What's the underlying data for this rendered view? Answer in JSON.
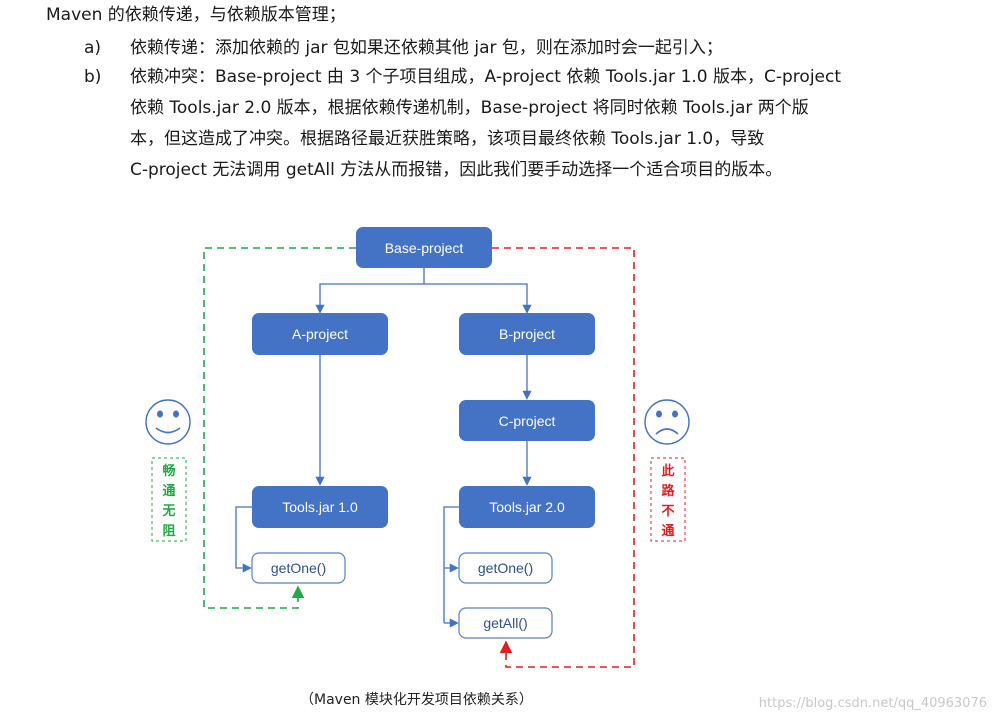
{
  "intro": "Maven 的依赖传递，与依赖版本管理；",
  "items": [
    {
      "marker": "a)",
      "lines": [
        "依赖传递：添加依赖的 jar 包如果还依赖其他 jar 包，则在添加时会一起引入；"
      ]
    },
    {
      "marker": "b)",
      "lines": [
        "依赖冲突：Base-project 由 3 个子项目组成，A-project 依赖 Tools.jar 1.0 版本，C-project",
        "依赖 Tools.jar 2.0 版本，根据依赖传递机制，Base-project 将同时依赖 Tools.jar 两个版",
        "本，但这造成了冲突。根据路径最近获胜策略，该项目最终依赖 Tools.jar 1.0，导致",
        "C-project 无法调用 getAll 方法从而报错，因此我们要手动选择一个适合项目的版本。"
      ]
    }
  ],
  "diagram": {
    "nodes": {
      "base": "Base-project",
      "a": "A-project",
      "b": "B-project",
      "c": "C-project",
      "tools1": "Tools.jar 1.0",
      "tools2": "Tools.jar 2.0",
      "getone_a": "getOne()",
      "getone_c": "getOne()",
      "getall_c": "getAll()"
    },
    "left_label": [
      "畅",
      "通",
      "无",
      "阻"
    ],
    "right_label": [
      "此",
      "路",
      "不",
      "通"
    ],
    "colors": {
      "node_fill": "#4472c4",
      "node_text": "#ffffff",
      "method_border": "#5b7fc7",
      "method_text": "#2f4f8f",
      "arrow": "#4472c4",
      "ok": "#22a845",
      "bad": "#e02020"
    }
  },
  "caption": "（Maven 模块化开发项目依赖关系）",
  "watermark": "https://blog.csdn.net/qq_40963076"
}
